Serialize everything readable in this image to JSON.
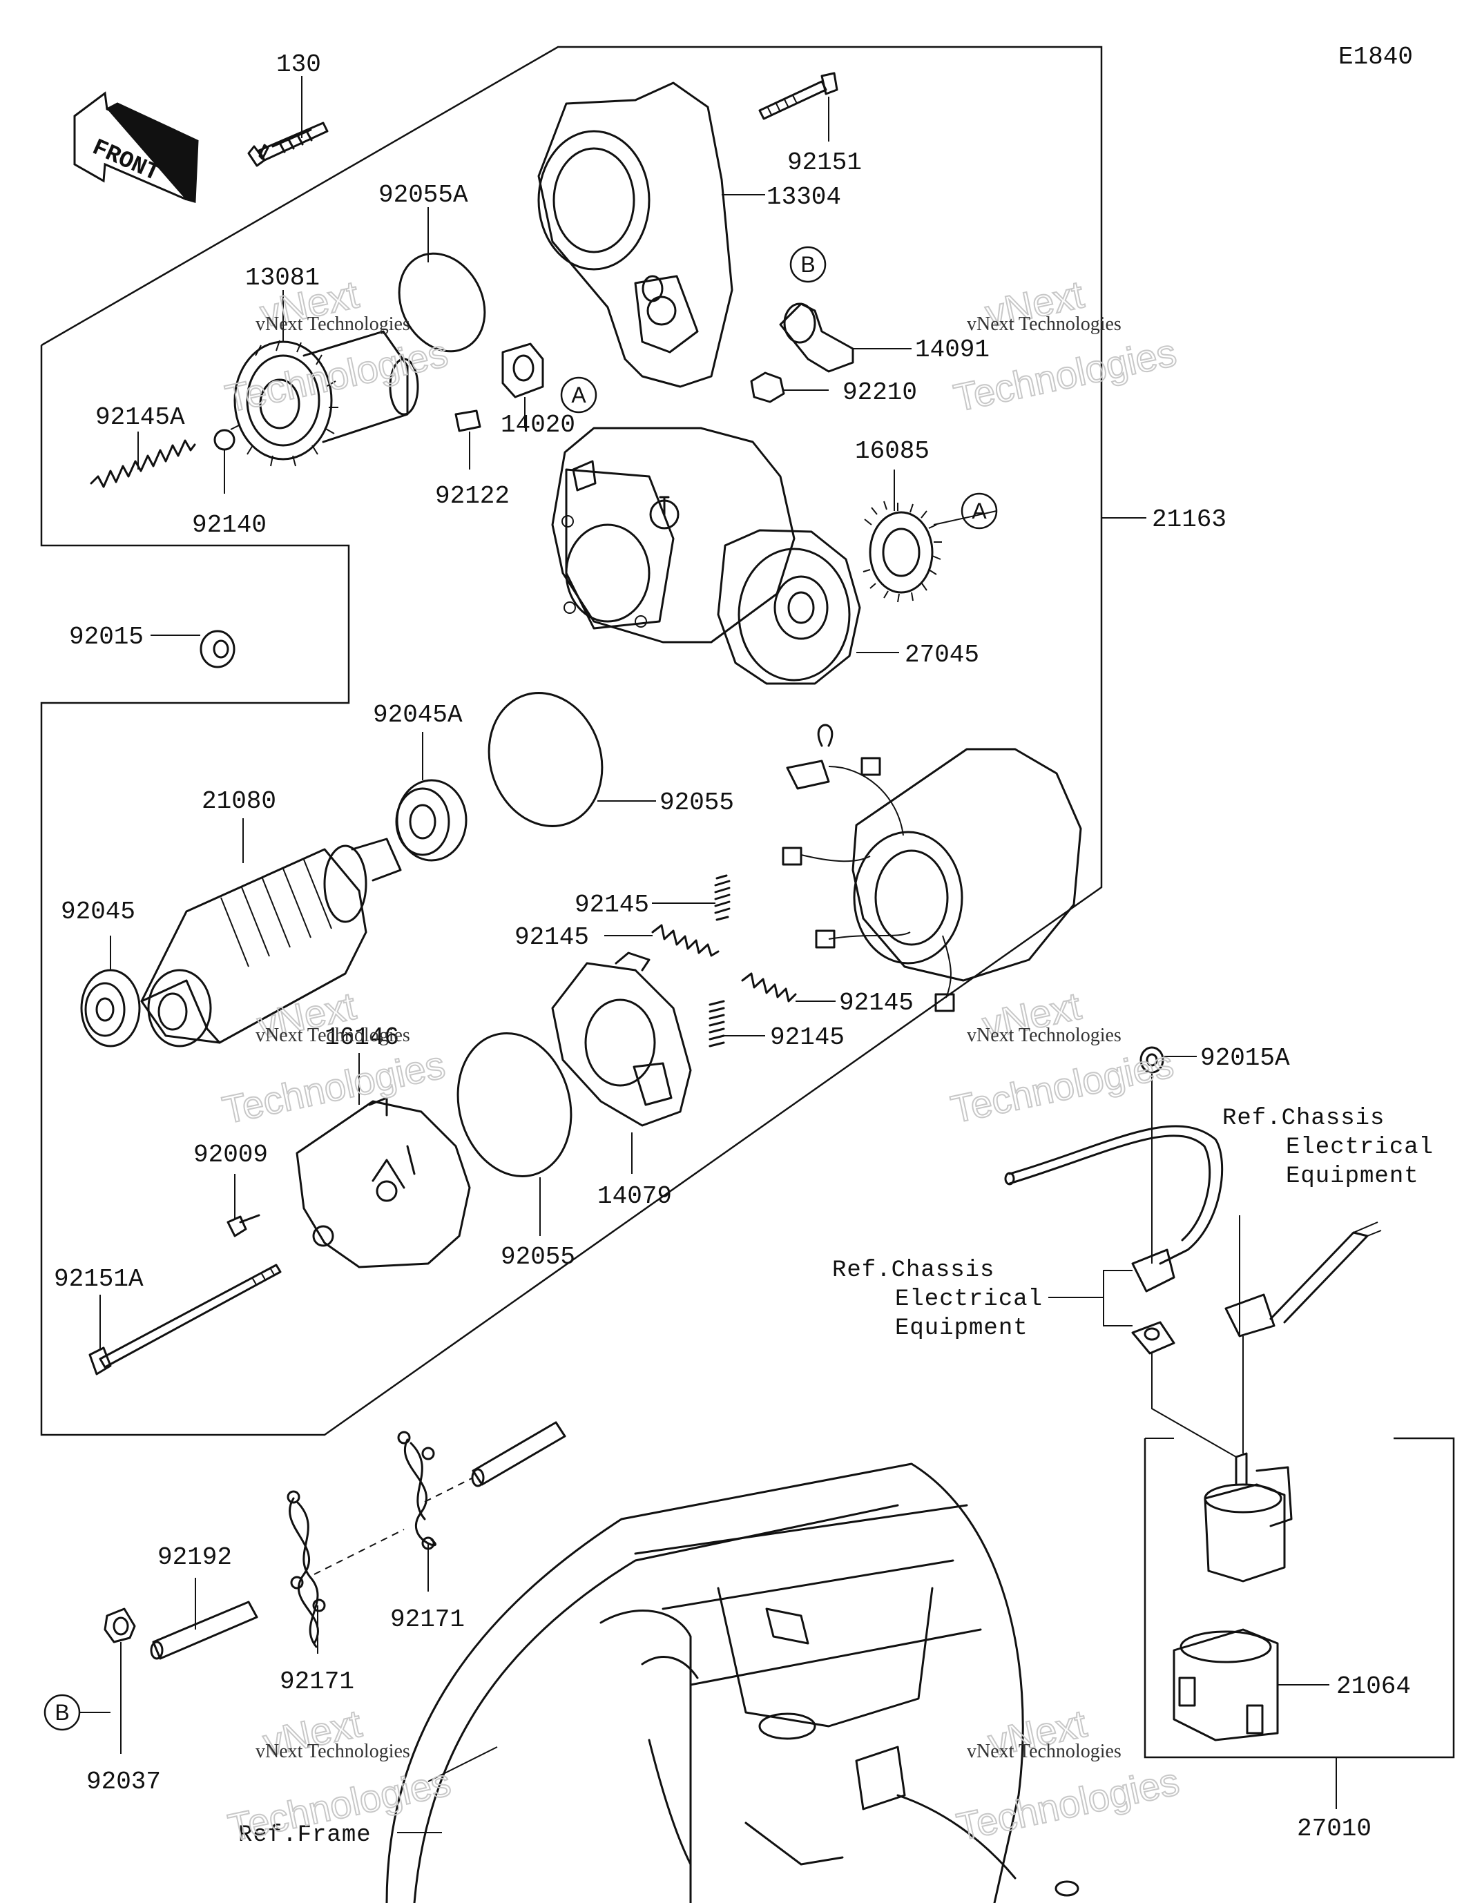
{
  "diagram_code": "E1840",
  "front_label": "FRONT",
  "parts": {
    "p130": "130",
    "p92151": "92151",
    "p13304": "13304",
    "p92055A": "92055A",
    "p13081": "13081",
    "p14091": "14091",
    "p92210": "92210",
    "p14020": "14020",
    "p92145A": "92145A",
    "p92122": "92122",
    "p92140": "92140",
    "p16085": "16085",
    "p21163": "21163",
    "p92015": "92015",
    "p27045": "27045",
    "p92045A": "92045A",
    "p21080": "21080",
    "p92055_a": "92055",
    "p92045": "92045",
    "p92145_a": "92145",
    "p92145_b": "92145",
    "p92145_c": "92145",
    "p92145_d": "92145",
    "p16146": "16146",
    "p92015A": "92015A",
    "p92009": "92009",
    "p14079": "14079",
    "p92055_b": "92055",
    "p92151A": "92151A",
    "p92192": "92192",
    "p92171_a": "92171",
    "p92171_b": "92171",
    "p92037": "92037",
    "p21064": "21064",
    "p27010": "27010"
  },
  "callouts": {
    "A": "A",
    "B": "B"
  },
  "references": {
    "chassis_right": [
      "Ref.Chassis",
      "Electrical",
      "Equipment"
    ],
    "chassis_left": [
      "Ref.Chassis",
      "Electrical",
      "Equipment"
    ],
    "frame": "Ref.Frame"
  },
  "watermark": {
    "line1": "vNext Technologies",
    "line2": "Technologies",
    "line3": "vNext"
  }
}
